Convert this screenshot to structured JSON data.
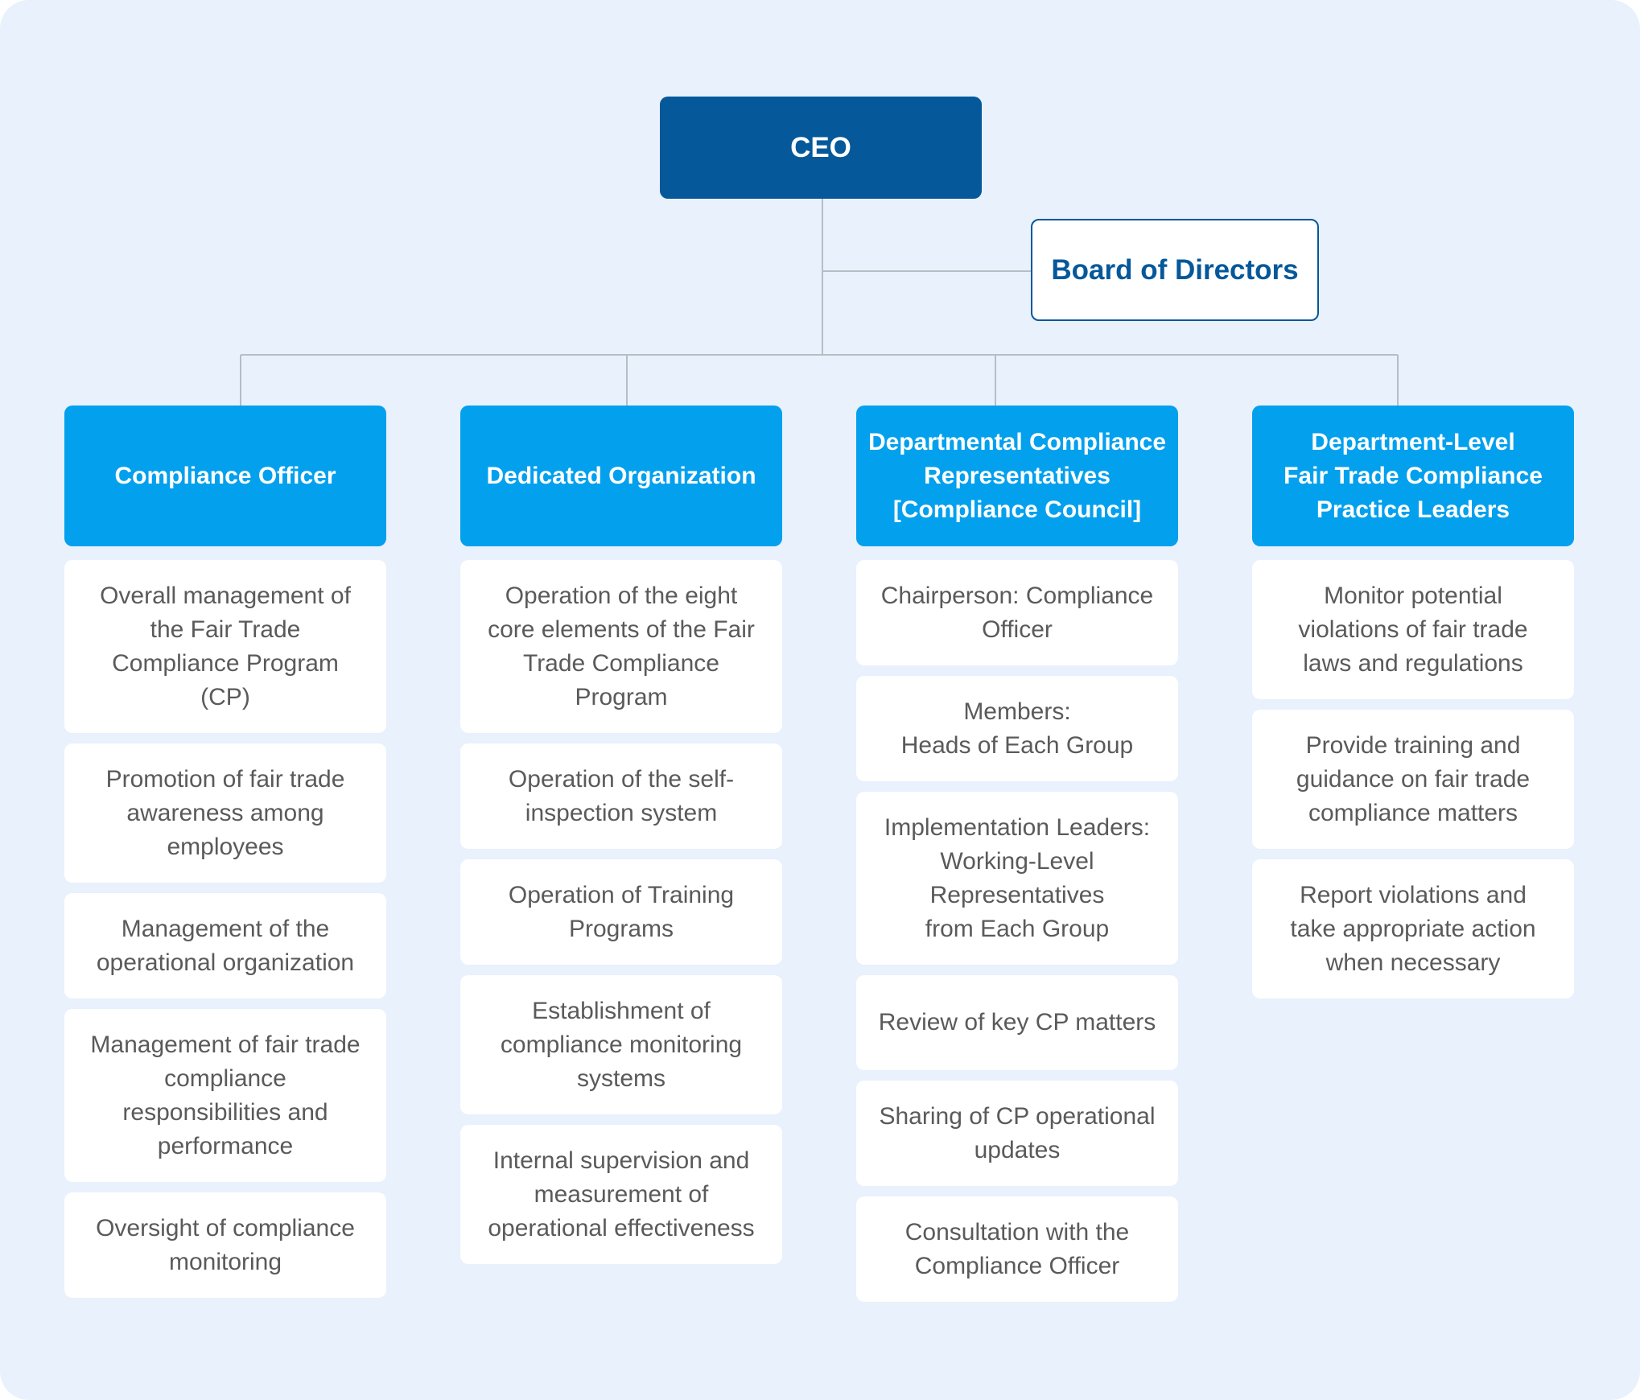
{
  "colors": {
    "background": "#e8f1fc",
    "ceo_fill": "#055899",
    "header_fill": "#03a0ee",
    "board_border": "#055899",
    "item_text": "#5a5a5a",
    "connector": "#b7bdc4"
  },
  "ceo": {
    "label": "CEO"
  },
  "board": {
    "label": "Board of Directors"
  },
  "columns": [
    {
      "title": "Compliance Officer",
      "items": [
        "Overall management of\nthe Fair Trade\nCompliance Program\n(CP)",
        "Promotion of fair trade\nawareness among\nemployees",
        "Management of the\noperational organization",
        "Management of fair trade\ncompliance\nresponsibilities and\nperformance",
        "Oversight of compliance\nmonitoring"
      ]
    },
    {
      "title": "Dedicated Organization",
      "items": [
        "Operation of the eight\ncore elements of the Fair\nTrade Compliance\nProgram",
        "Operation of the self-\ninspection system",
        "Operation of Training\nPrograms",
        "Establishment of\ncompliance monitoring\nsystems",
        "Internal supervision and\nmeasurement of\noperational effectiveness"
      ]
    },
    {
      "title": "Departmental Compliance\nRepresentatives\n[Compliance Council]",
      "items": [
        "Chairperson: Compliance\nOfficer",
        "Members:\nHeads of Each Group",
        "Implementation Leaders:\nWorking-Level\nRepresentatives\nfrom Each Group",
        "Review of key CP matters",
        "Sharing of CP operational\nupdates",
        "Consultation with the\nCompliance Officer"
      ]
    },
    {
      "title": "Department-Level\nFair Trade Compliance\nPractice Leaders",
      "items": [
        "Monitor potential\nviolations of fair trade\nlaws and regulations",
        "Provide training and\nguidance on fair trade\ncompliance matters",
        "Report violations and\ntake appropriate action\nwhen necessary"
      ]
    }
  ]
}
